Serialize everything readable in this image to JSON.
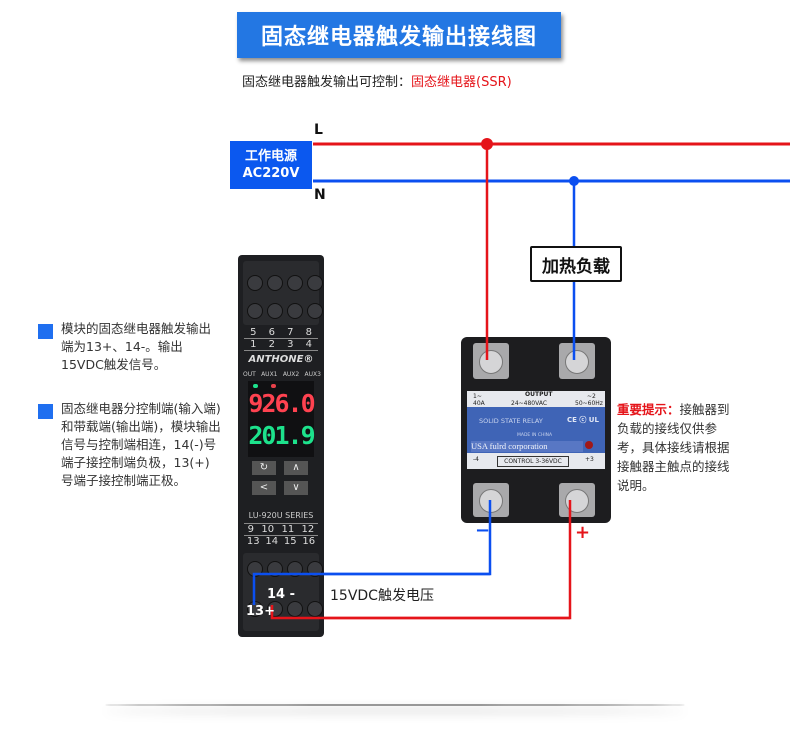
{
  "title": "固态继电器触发输出接线图",
  "subtitle": {
    "prefix": "固态继电器触发输出可控制：",
    "highlight": "固态继电器(SSR)"
  },
  "power": {
    "line1": "工作电源",
    "line2": "AC220V",
    "live_label": "L",
    "neutral_label": "N"
  },
  "load_label": "加热负载",
  "notes": [
    {
      "text": "模块的固态继电器触发输出端为13+、14-。输出15VDC触发信号。"
    },
    {
      "text": "固态继电器分控制端(输入端)和带载端(输出端)，模块输出信号与控制端相连，14(-)号端子接控制端负极，13(+)号端子接控制端正极。"
    }
  ],
  "hint": {
    "label": "重要提示：",
    "text": "接触器到负载的接线仅供参考，具体接线请根据接触器主触点的接线说明。"
  },
  "controller": {
    "brand": "ANTHONE®",
    "series": "LU-920U SERIES",
    "top_terminals_row1": [
      "5",
      "6",
      "7",
      "8"
    ],
    "top_terminals_row2": [
      "1",
      "2",
      "3",
      "4"
    ],
    "bottom_terminals_row1": [
      "9",
      "10",
      "11",
      "12"
    ],
    "bottom_terminals_row2": [
      "13",
      "14",
      "15",
      "16"
    ],
    "indicators": [
      "OUT",
      "AUX1",
      "AUX2",
      "AUX3"
    ],
    "pv_display": "926.0",
    "sv_display": "201.9",
    "buttons": [
      "↻",
      "∧",
      "<",
      "∨"
    ],
    "term_13": "13+",
    "term_14": "14 -"
  },
  "ssr": {
    "output_label": "OUTPUT",
    "term1": "1~",
    "term2": "~2",
    "current": "40A",
    "voltage": "24~480VAC",
    "freq": "50~60Hz",
    "name": "SOLID STATE RELAY",
    "certs": "CE ⓒ UL",
    "made_in": "MADE IN CHINA",
    "maker": "USA fulrd corporation",
    "control": "CONTROL 3-36VDC",
    "term3": "+3",
    "term4": "-4",
    "minus_sign": "−",
    "plus_sign": "+"
  },
  "voltage_label": "15VDC触发电压",
  "colors": {
    "live": "#e5141a",
    "neutral": "#0b4ff0",
    "accent": "#2377e3"
  }
}
